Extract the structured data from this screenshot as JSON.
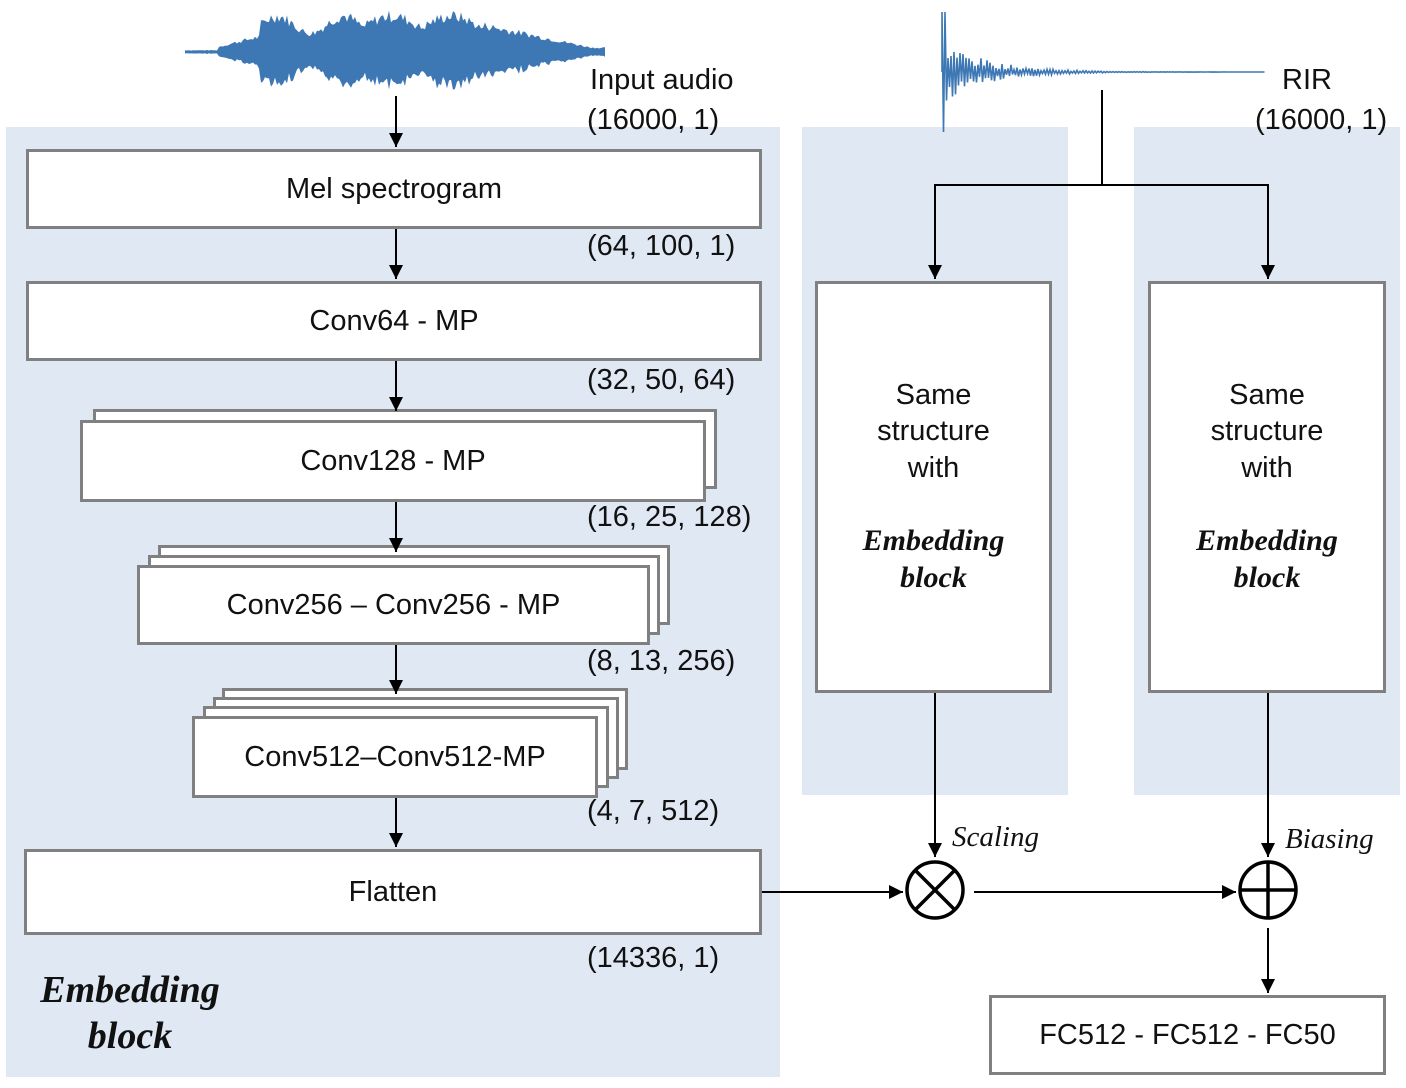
{
  "input": {
    "name": "Input audio",
    "shape": "(16000, 1)"
  },
  "rir": {
    "name": "RIR",
    "shape": "(16000, 1)"
  },
  "embedding_block": {
    "title": "Embedding\nblock",
    "layers": [
      {
        "label": "Mel spectrogram",
        "output": "(64, 100, 1)"
      },
      {
        "label": "Conv64 - MP",
        "output": "(32, 50, 64)"
      },
      {
        "label": "Conv128 - MP",
        "output": "(16, 25, 128)"
      },
      {
        "label": "Conv256 – Conv256 - MP",
        "output": "(8, 13, 256)"
      },
      {
        "label": "Conv512–Conv512-MP",
        "output": "(4, 7, 512)"
      },
      {
        "label": "Flatten",
        "output": "(14336, 1)"
      }
    ]
  },
  "branches": [
    {
      "line1": "Same",
      "line2": "structure",
      "line3": "with",
      "emphasis1": "Embedding",
      "emphasis2": "block",
      "op_label": "Scaling",
      "op_icon": "circled-times-icon"
    },
    {
      "line1": "Same",
      "line2": "structure",
      "line3": "with",
      "emphasis1": "Embedding",
      "emphasis2": "block",
      "op_label": "Biasing",
      "op_icon": "circled-plus-icon"
    }
  ],
  "output_head": {
    "label": "FC512 - FC512 - FC50"
  },
  "colors": {
    "panel": "#dfe8f3",
    "waveform": "#3d78b4",
    "border": "#808080",
    "line": "#000000"
  }
}
